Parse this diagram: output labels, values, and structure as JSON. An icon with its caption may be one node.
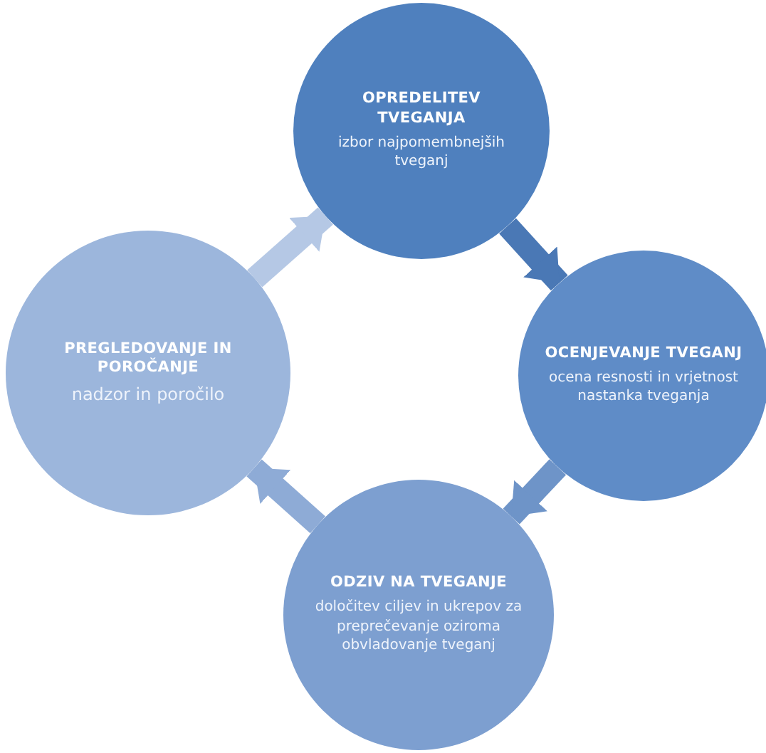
{
  "diagram": {
    "nodes": [
      {
        "text": [
          "OPREDELITEV TVEGANJA",
          "izbor najpomembnejših tveganj"
        ]
      },
      {
        "text": [
          "OCENJEVANJE TVEGANJ",
          "ocena resnosti in vrjetnost nastanka tveganja"
        ]
      },
      {
        "text": [
          "ODZIV NA TVEGANJE",
          "določitev ciljev in ukrepov za preprečevanje oziroma obvladovanje tveganj"
        ]
      },
      {
        "text": [
          "PREGLEDOVANJE IN POROČANJE",
          "nadzor in poročilo"
        ]
      }
    ],
    "edges": [
      {
        "from": 0,
        "to": 1,
        "arrow": "to",
        "color": "#4a78b5"
      },
      {
        "from": 1,
        "to": 2,
        "arrow": "to",
        "color": "#6e94c8"
      },
      {
        "from": 2,
        "to": 3,
        "arrow": "to",
        "color": "#8eabd6"
      },
      {
        "from": 3,
        "to": 0,
        "arrow": "to",
        "color": "#b5c8e5"
      }
    ]
  }
}
